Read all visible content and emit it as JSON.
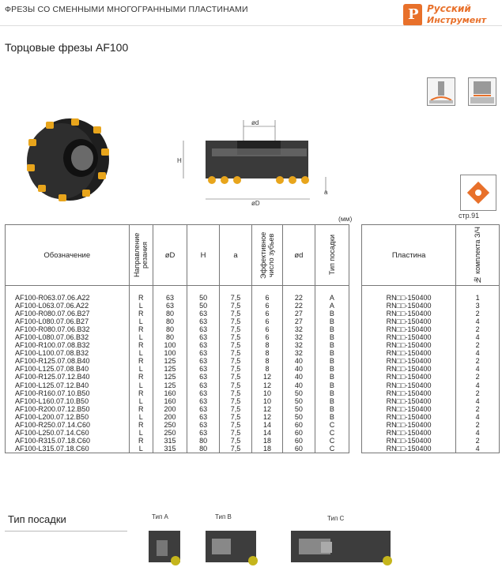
{
  "header": {
    "category": "ФРЕЗЫ СО СМЕННЫМИ МНОГОГРАННЫМИ ПЛАСТИНАМИ"
  },
  "logo": {
    "line1": "Русский",
    "line2": "Инструмент",
    "mark": "Р"
  },
  "page_title": "Торцовые фрезы AF100",
  "drawing": {
    "d_label": "ød",
    "D_label": "øD",
    "H_label": "H",
    "a_label": "a"
  },
  "insert_ref": "стр.91",
  "units": "(мм)",
  "table": {
    "headers": {
      "designation": "Обозначение",
      "direction": "Направление резания",
      "D": "øD",
      "H": "H",
      "a": "a",
      "teeth": "Эффективное число зубьев",
      "d": "ød",
      "mount": "Тип посадки"
    },
    "rows": [
      [
        "AF100-R063.07.06.A22",
        "R",
        "63",
        "50",
        "7,5",
        "6",
        "22",
        "A"
      ],
      [
        "AF100-L063.07.06.A22",
        "L",
        "63",
        "50",
        "7,5",
        "6",
        "22",
        "A"
      ],
      [
        "AF100-R080.07.06.B27",
        "R",
        "80",
        "63",
        "7,5",
        "6",
        "27",
        "B"
      ],
      [
        "AF100-L080.07.06.B27",
        "L",
        "80",
        "63",
        "7,5",
        "6",
        "27",
        "B"
      ],
      [
        "AF100-R080.07.06.B32",
        "R",
        "80",
        "63",
        "7,5",
        "6",
        "32",
        "B"
      ],
      [
        "AF100-L080.07.06.B32",
        "L",
        "80",
        "63",
        "7,5",
        "6",
        "32",
        "B"
      ],
      [
        "AF100-R100.07.08.B32",
        "R",
        "100",
        "63",
        "7,5",
        "8",
        "32",
        "B"
      ],
      [
        "AF100-L100.07.08.B32",
        "L",
        "100",
        "63",
        "7,5",
        "8",
        "32",
        "B"
      ],
      [
        "AF100-R125.07.08.B40",
        "R",
        "125",
        "63",
        "7,5",
        "8",
        "40",
        "B"
      ],
      [
        "AF100-L125.07.08.B40",
        "L",
        "125",
        "63",
        "7,5",
        "8",
        "40",
        "B"
      ],
      [
        "AF100-R125.07.12.B40",
        "R",
        "125",
        "63",
        "7,5",
        "12",
        "40",
        "B"
      ],
      [
        "AF100-L125.07.12.B40",
        "L",
        "125",
        "63",
        "7,5",
        "12",
        "40",
        "B"
      ],
      [
        "AF100-R160.07.10.B50",
        "R",
        "160",
        "63",
        "7,5",
        "10",
        "50",
        "B"
      ],
      [
        "AF100-L160.07.10.B50",
        "L",
        "160",
        "63",
        "7,5",
        "10",
        "50",
        "B"
      ],
      [
        "AF100-R200.07.12.B50",
        "R",
        "200",
        "63",
        "7,5",
        "12",
        "50",
        "B"
      ],
      [
        "AF100-L200.07.12.B50",
        "L",
        "200",
        "63",
        "7,5",
        "12",
        "50",
        "B"
      ],
      [
        "AF100-R250.07.14.C60",
        "R",
        "250",
        "63",
        "7,5",
        "14",
        "60",
        "C"
      ],
      [
        "AF100-L250.07.14.C60",
        "L",
        "250",
        "63",
        "7,5",
        "14",
        "60",
        "C"
      ],
      [
        "AF100-R315.07.18.C60",
        "R",
        "315",
        "80",
        "7,5",
        "18",
        "60",
        "C"
      ],
      [
        "AF100-L315.07.18.C60",
        "L",
        "315",
        "80",
        "7,5",
        "18",
        "60",
        "C"
      ]
    ]
  },
  "side_table": {
    "headers": {
      "insert": "Пластина",
      "kit": "№ комплекта З/Ч"
    },
    "rows": [
      [
        "RN□□-150400",
        "1"
      ],
      [
        "RN□□-150400",
        "3"
      ],
      [
        "RN□□-150400",
        "2"
      ],
      [
        "RN□□-150400",
        "4"
      ],
      [
        "RN□□-150400",
        "2"
      ],
      [
        "RN□□-150400",
        "4"
      ],
      [
        "RN□□-150400",
        "2"
      ],
      [
        "RN□□-150400",
        "4"
      ],
      [
        "RN□□-150400",
        "2"
      ],
      [
        "RN□□-150400",
        "4"
      ],
      [
        "RN□□-150400",
        "2"
      ],
      [
        "RN□□-150400",
        "4"
      ],
      [
        "RN□□-150400",
        "2"
      ],
      [
        "RN□□-150400",
        "4"
      ],
      [
        "RN□□-150400",
        "2"
      ],
      [
        "RN□□-150400",
        "4"
      ],
      [
        "RN□□-150400",
        "2"
      ],
      [
        "RN□□-150400",
        "4"
      ],
      [
        "RN□□-150400",
        "2"
      ],
      [
        "RN□□-150400",
        "4"
      ]
    ]
  },
  "mount_section": {
    "title": "Тип посадки",
    "type_a": "Тип А",
    "type_b": "Тип B",
    "type_c": "Тип C"
  },
  "colors": {
    "accent": "#e8702a",
    "insert": "#e8a51c",
    "cutter": "#2a2a2a"
  }
}
